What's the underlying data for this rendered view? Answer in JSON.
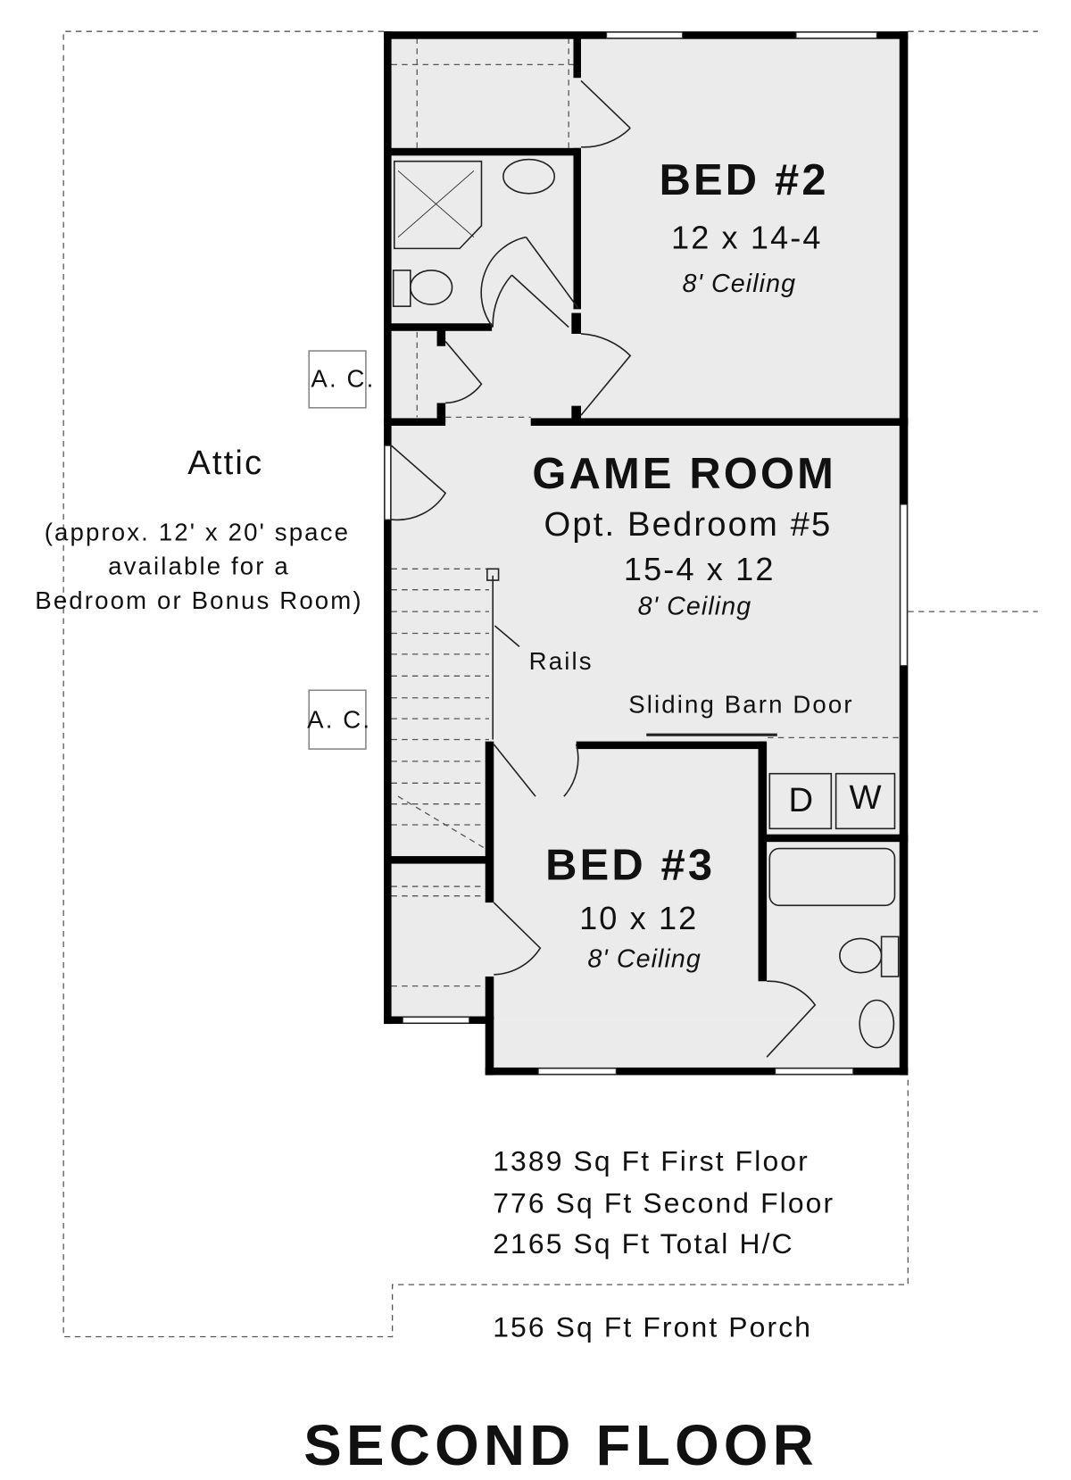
{
  "title": "SECOND FLOOR",
  "rooms": {
    "bed2": {
      "name": "BED #2",
      "size": "12 x 14-4",
      "ceiling": "8' Ceiling"
    },
    "game_room": {
      "name": "GAME ROOM",
      "alt": "Opt. Bedroom #5",
      "size": "15-4 x 12",
      "ceiling": "8' Ceiling"
    },
    "bed3": {
      "name": "BED #3",
      "size": "10 x 12",
      "ceiling": "8' Ceiling"
    },
    "attic": {
      "name": "Attic",
      "note_lines": [
        "(approx. 12' x 20' space",
        "available for a",
        "Bedroom or Bonus Room)"
      ]
    }
  },
  "labels": {
    "ac_upper": "A. C.",
    "ac_lower": "A. C.",
    "rails": "Rails",
    "barn_door": "Sliding Barn Door",
    "dryer": "D",
    "washer": "W"
  },
  "areas": [
    "1389 Sq Ft First Floor",
    "776 Sq Ft Second Floor",
    "2165 Sq Ft Total H/C"
  ],
  "porch": "156 Sq Ft Front Porch"
}
